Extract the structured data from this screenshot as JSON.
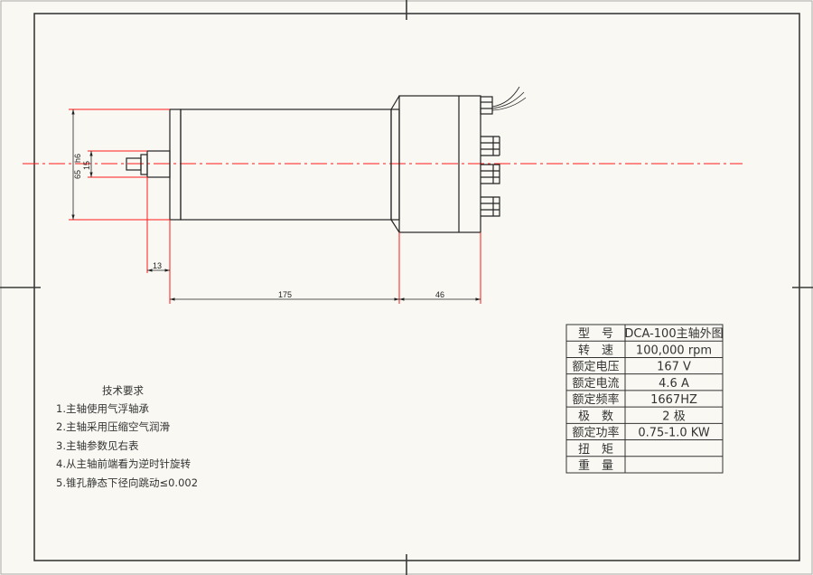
{
  "dimensions": {
    "outer_diameter": "65",
    "outer_tolerance": "h6",
    "nose_diameter": "15",
    "nose_length": "13",
    "body_length": "175",
    "rear_length": "46"
  },
  "spec_table": {
    "rows": [
      {
        "label": "型　号",
        "value": "DCA-100主轴外图"
      },
      {
        "label": "转　速",
        "value": "100,000 rpm"
      },
      {
        "label": "额定电压",
        "value": "167 V"
      },
      {
        "label": "额定电流",
        "value": "4.6 A"
      },
      {
        "label": "额定频率",
        "value": "1667HZ"
      },
      {
        "label": "极　数",
        "value": "2 极"
      },
      {
        "label": "额定功率",
        "value": "0.75-1.0 KW"
      },
      {
        "label": "扭　矩",
        "value": ""
      },
      {
        "label": "重　量",
        "value": ""
      }
    ]
  },
  "tech_requirements": {
    "title": "技术要求",
    "items": [
      "1.主轴使用气浮轴承",
      "2.主轴采用压缩空气润滑",
      "3.主轴参数见右表",
      "4.从主轴前端看为逆时针旋转",
      "5.锥孔静态下径向跳动≤0.002"
    ]
  },
  "colors": {
    "dimension_lines": "#ff1a1a",
    "outline": "#222222",
    "paper": "#f9f8f3"
  }
}
